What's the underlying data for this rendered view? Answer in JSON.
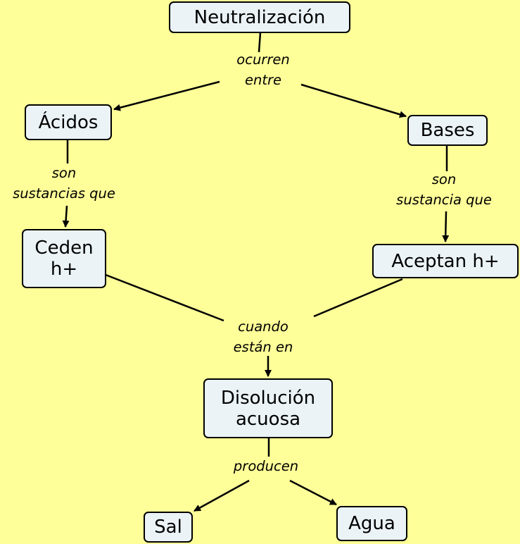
{
  "nodes": {
    "neutralizacion": "Neutralización",
    "acidos": "Ácidos",
    "bases": "Bases",
    "ceden": [
      "Ceden",
      "h+"
    ],
    "aceptan": "Aceptan h+",
    "disolucion": [
      "Disolución",
      "acuosa"
    ],
    "sal": "Sal",
    "agua": "Agua"
  },
  "links": {
    "ocurren_entre": [
      "ocurren",
      "entre"
    ],
    "son_sustancias_que": [
      "son",
      "sustancias que"
    ],
    "son_sustancia_que": [
      "son",
      "sustancia que"
    ],
    "cuando_estan_en": [
      "cuando",
      "están en"
    ],
    "producen": "producen"
  },
  "colors": {
    "background": "#FFFF99",
    "node_fill": "#EBF3F7",
    "stroke": "#000000"
  }
}
